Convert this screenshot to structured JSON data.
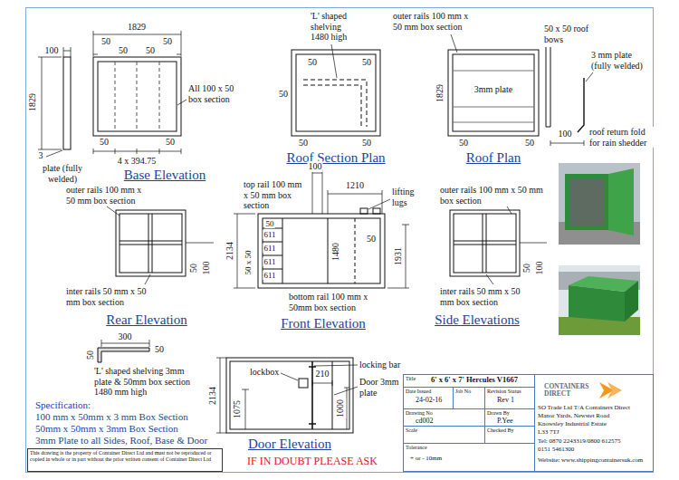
{
  "diagram": {
    "title": "6' x 6' x 7' Hercules V1667",
    "labels": [
      "100",
      "1829",
      "50",
      "50",
      "50",
      "50",
      "1829",
      "All 100 x 50 box section",
      "50",
      "50",
      "4 x 394.75",
      "3",
      "plate (fully welded)",
      "Base Elevation",
      "'L' shaped shelving 1480 high",
      "50",
      "50",
      "50",
      "50",
      "50",
      "Roof Section Plan",
      "outer rails 100 mm x 50 mm box section",
      "1829",
      "3mm plate",
      "50",
      "50",
      "Roof Plan",
      "50 x 50 roof bows",
      "3 mm plate (fully welded)",
      "100",
      "roof return fold for rain shedder",
      "100",
      "top rail 100 mm x 50 mm box section",
      "1210",
      "lifting lugs",
      "2134",
      "50",
      "611",
      "611",
      "611",
      "611",
      "50 x 50",
      "1480",
      "50",
      "1931",
      "bottom rail 100 mm x 50mm box section",
      "Front Elevation",
      "outer rails 100 mm x 50 mm box section",
      "50",
      "100",
      "inter rails 50 mm x 50 mm box section",
      "Rear Elevation",
      "outer rails 100 mm x 50 mm box section",
      "50",
      "100",
      "inter rails 50 mm x 50 mm box section",
      "Side Elevations",
      "300",
      "50",
      "50",
      "'L' shaped shelving 3mm plate & 50mm box section 1480 mm high",
      "Specification:",
      "100 mm x 50mm x 3 mm Box Section",
      "50mm x 50mm x 3mm Box Section",
      "3mm Plate to all Sides, Roof, Base & Door",
      "This drawing is the property of Container Direct Ltd and must not be reproduced or copied in whole or in part without the prior written consent of Container Direct Ltd",
      "IF IN DOUBT PLEASE ASK",
      "locking bar",
      "Door 3mm plate",
      "lockbox",
      "210",
      "2134",
      "1075",
      "1000",
      "Door Elevation",
      "Title",
      "Date Issued",
      "24-02-16",
      "Job No",
      "Revision Status",
      "Rev 1",
      "Drawing No",
      "cd002",
      "Drawn By",
      "P.Yee",
      "Scale",
      "Checked By",
      "Tolerance",
      "+ or - 10mm",
      "CONTAINERS DIRECT",
      "SO Trade Ltd T/A Containers Direct",
      "Manor Yards, Newstet Road",
      "Knowsley Industrial Estate",
      "L33 7TJ",
      "Tel: 0870 2243319/0800 612575",
      "0151 5461300",
      "Website: www.shippingcontainersuk.com"
    ]
  }
}
